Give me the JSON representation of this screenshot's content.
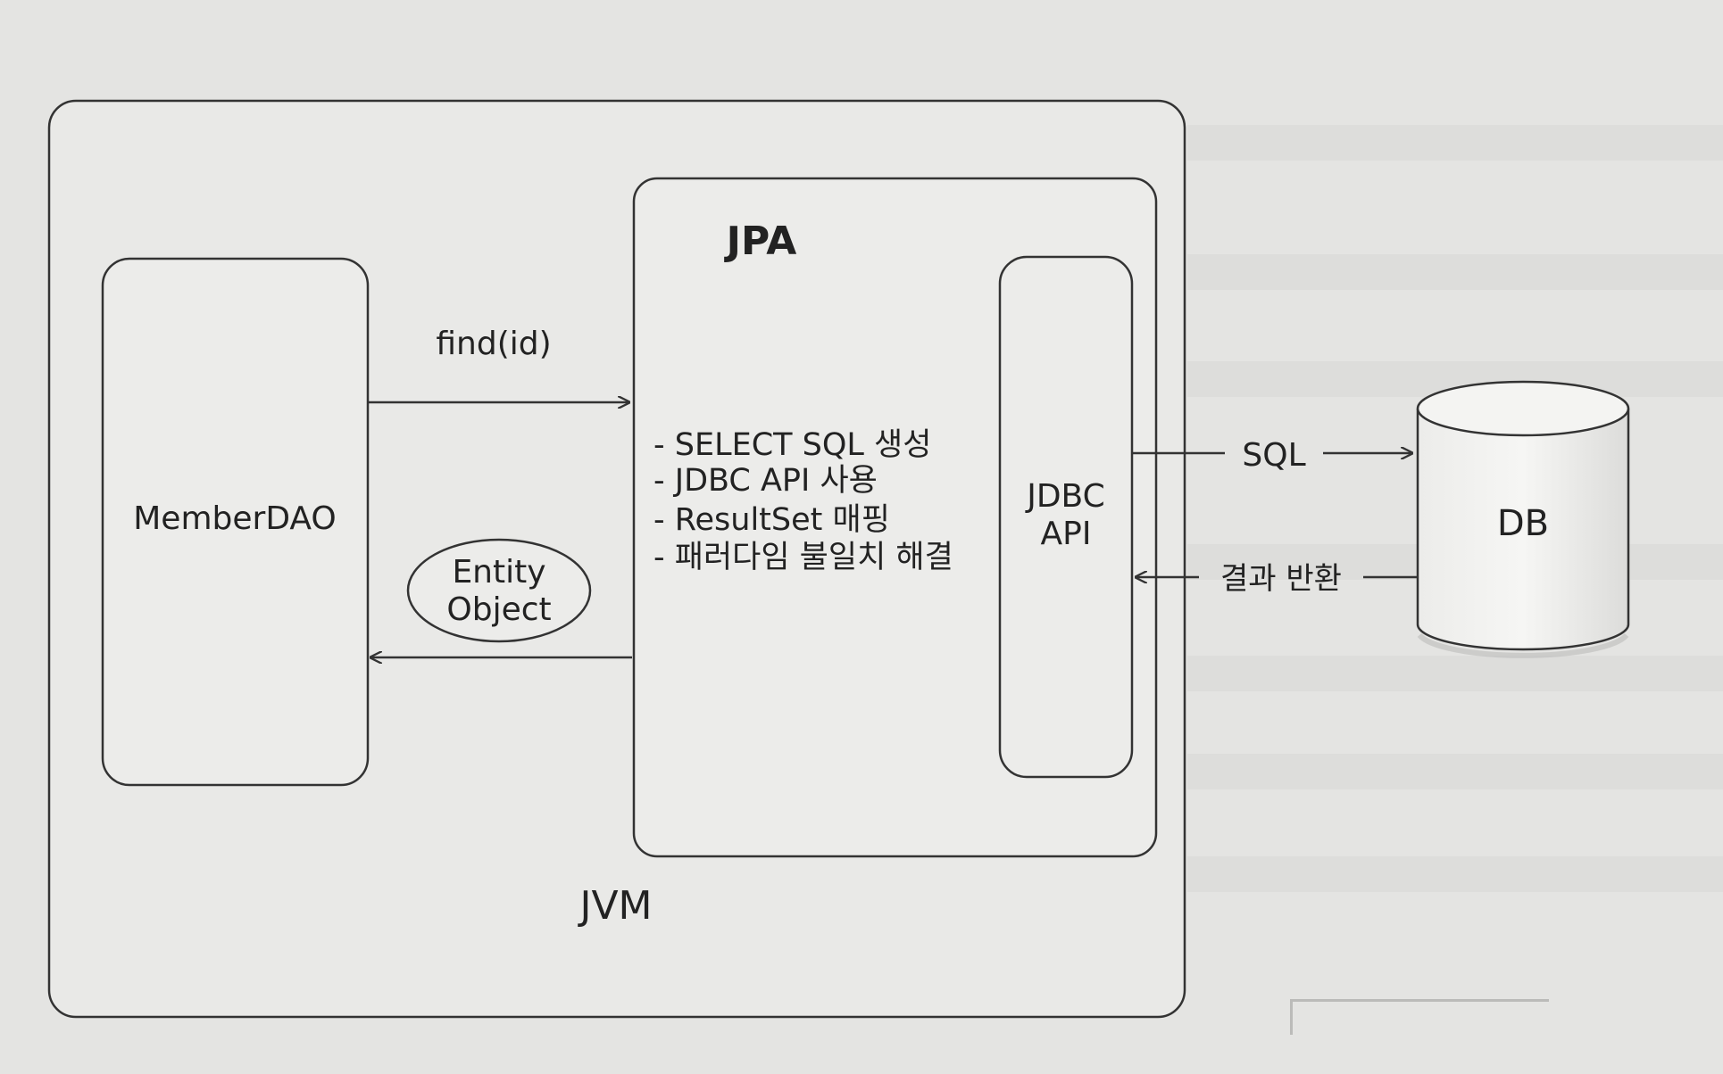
{
  "diagram": {
    "jvm_label": "JVM",
    "jpa_label": "JPA",
    "member_dao_label": "MemberDAO",
    "jdbc_api_lines": [
      "JDBC",
      "API"
    ],
    "db_label": "DB",
    "find_label": "find(id)",
    "entity_object_lines": [
      "Entity",
      "Object"
    ],
    "jpa_tasks": [
      "- SELECT SQL 생성",
      "- JDBC API 사용",
      "- ResultSet 매핑",
      "- 패러다임 불일치 해결"
    ],
    "sql_label": "SQL",
    "result_label": "결과 반환"
  }
}
